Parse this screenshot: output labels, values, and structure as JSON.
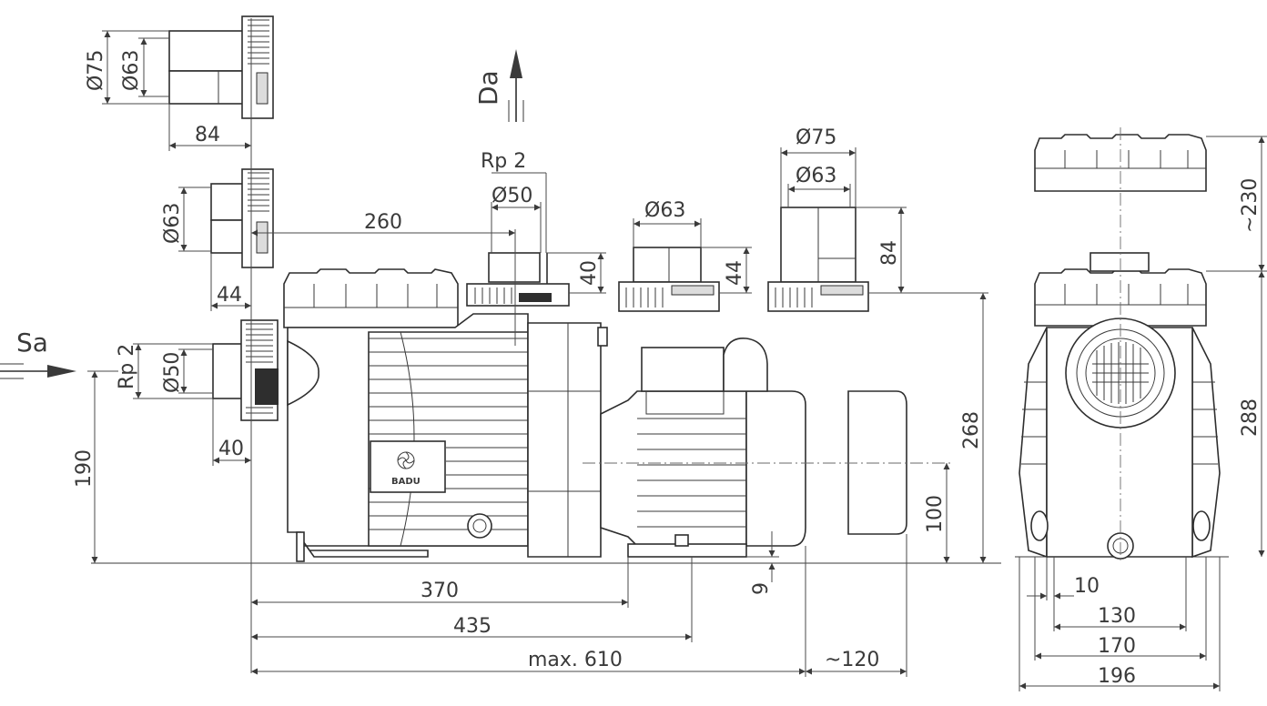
{
  "flow": {
    "suction_label": "Sa",
    "discharge_label": "Da"
  },
  "brand": {
    "logo_text": "BADU"
  },
  "fittings": {
    "side_75": {
      "outer_dia": "Ø75",
      "inner_dia": "Ø63",
      "length": "84"
    },
    "side_63": {
      "dia": "Ø63",
      "length": "44"
    },
    "side_50": {
      "thread": "Rp 2",
      "dia": "Ø50",
      "length": "40"
    },
    "top_50": {
      "thread": "Rp 2",
      "dia": "Ø50",
      "height": "40"
    },
    "top_63": {
      "dia": "Ø63",
      "height": "44"
    },
    "top_75": {
      "outer_dia": "Ø75",
      "inner_dia": "Ø63",
      "height": "84"
    }
  },
  "dimensions": {
    "suction_offset": "260",
    "suction_height": "190",
    "top_height": "268",
    "shaft_height": "100",
    "foot_height": "9",
    "base_370": "370",
    "base_435": "435",
    "overall_length": "max. 610",
    "motor_clearance": "~120",
    "end_height": "288",
    "lid_clearance": "~230",
    "end_10": "10",
    "end_130": "130",
    "end_170": "170",
    "end_196": "196"
  }
}
